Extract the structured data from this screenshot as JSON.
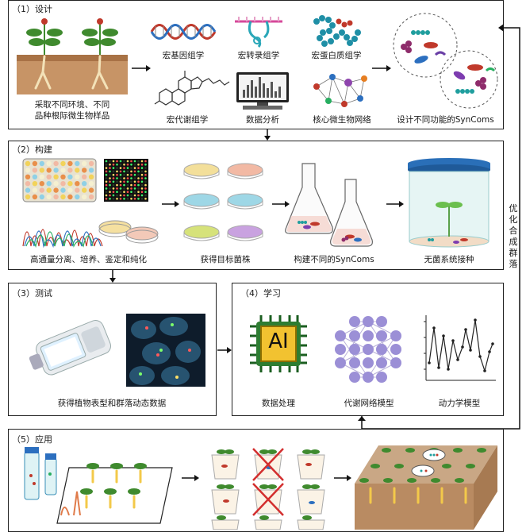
{
  "panels": {
    "design": {
      "title": "（1）设计",
      "captions": {
        "sampling": "采取不同环境、不同",
        "sampling2": "品种根际微生物样品",
        "metagenomics": "宏基因组学",
        "metatranscriptomics": "宏转录组学",
        "metaproteomics": "宏蛋白质组学",
        "metabolomics": "宏代谢组学",
        "data_analysis": "数据分析",
        "core_network": "核心微生物网络",
        "syncoms": "设计不同功能的SynComs"
      }
    },
    "build": {
      "title": "（2）构建",
      "captions": {
        "isolation": "高通量分离、培养、鉴定和纯化",
        "strains": "获得目标菌株",
        "build_syncoms": "构建不同的SynComs",
        "sterile": "无菌系统接种"
      }
    },
    "test": {
      "title": "（3）测试",
      "captions": {
        "phenotype": "获得植物表型和群落动态数据"
      }
    },
    "learn": {
      "title": "（4）学习",
      "captions": {
        "data_processing": "数据处理",
        "metabolic_model": "代谢网络模型",
        "dynamics_model": "动力学模型"
      },
      "ai_label": "AI"
    },
    "apply": {
      "title": "（5）应用"
    }
  },
  "feedback_label": "优化合成群落",
  "colors": {
    "border": "#222222",
    "arrow": "#111111",
    "soil": "#b07a4a",
    "plant": "#3f8a2e",
    "ai_gold": "#c9a227",
    "node_purple": "#9b8fd6"
  }
}
